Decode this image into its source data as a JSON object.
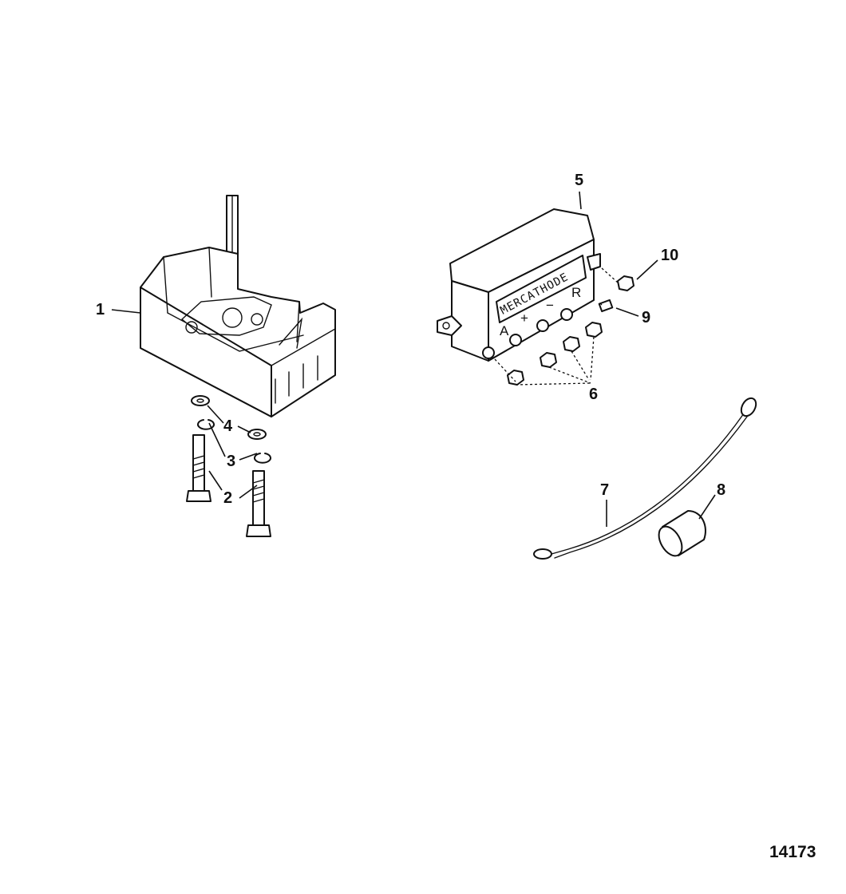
{
  "callouts": {
    "c1": "1",
    "c2": "2",
    "c3": "3",
    "c4": "4",
    "c5": "5",
    "c6": "6",
    "c7": "7",
    "c8": "8",
    "c9": "9",
    "c10": "10"
  },
  "anode_label": "MERCATHODE",
  "terminals": {
    "a": "A",
    "plus": "+",
    "minus": "−",
    "r": "R"
  },
  "figure_number": "14173"
}
